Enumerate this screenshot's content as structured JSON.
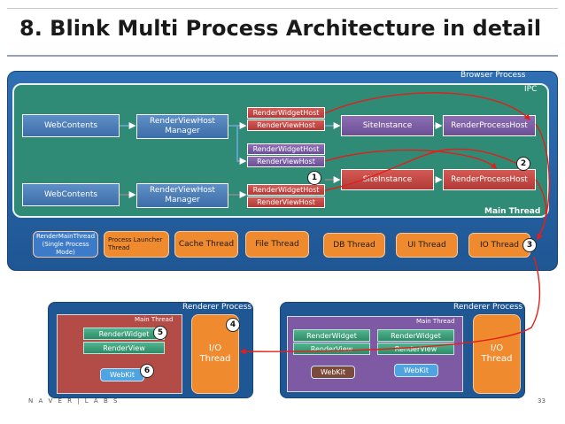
{
  "slide": {
    "title": "8. Blink Multi Process Architecture in detail",
    "footer_logo": "N A V E R | L A B S",
    "page_number": "33"
  },
  "browser_process": {
    "label": "Browser Process",
    "ipc_label": "IPC",
    "main_thread_label": "Main Thread",
    "row1": {
      "web_contents": "WebContents",
      "rvh_manager": "RenderViewHost Manager",
      "hosts": [
        "RenderWidgetHost",
        "RenderViewHost",
        "RenderWidgetHost",
        "RenderViewHost"
      ],
      "site_instance": "SiteInstance",
      "render_process_host": "RenderProcessHost"
    },
    "row2": {
      "web_contents": "WebContents",
      "rvh_manager": "RenderViewHost Manager",
      "hosts": [
        "RenderWidgetHost",
        "RenderViewHost"
      ],
      "site_instance": "SiteInstance",
      "render_process_host": "RenderProcessHost"
    },
    "threads": [
      "RenderMainThread (Single Process Mode)",
      "Process Launcher Thread",
      "Cache Thread",
      "File Thread",
      "DB Thread",
      "UI Thread",
      "IO Thread"
    ]
  },
  "renderer_left": {
    "label": "Renderer Process",
    "main_thread_label": "Main Thread",
    "render_widget": "RenderWidget",
    "render_view": "RenderView",
    "webkit": "WebKit",
    "io_thread": "I/O Thread"
  },
  "renderer_right": {
    "label": "Renderer Process",
    "main_thread_label": "Main Thread",
    "render_widget_1": "RenderWidget",
    "render_view_1": "RenderView",
    "webkit_1": "WebKit",
    "render_widget_2": "RenderWidget",
    "render_view_2": "RenderView",
    "webkit_2": "WebKit",
    "io_thread": "I/O Thread"
  },
  "badges": [
    "1",
    "2",
    "3",
    "4",
    "5",
    "6"
  ],
  "colors": {
    "browser_blue": "#1f5694",
    "main_green": "#2f8b76",
    "process_blue": "#3d6ea8",
    "site_purple": "#6b4f94",
    "site_red": "#b23a36",
    "thread_orange": "#f08a2e",
    "ipc_arrow": "#e0201b"
  }
}
